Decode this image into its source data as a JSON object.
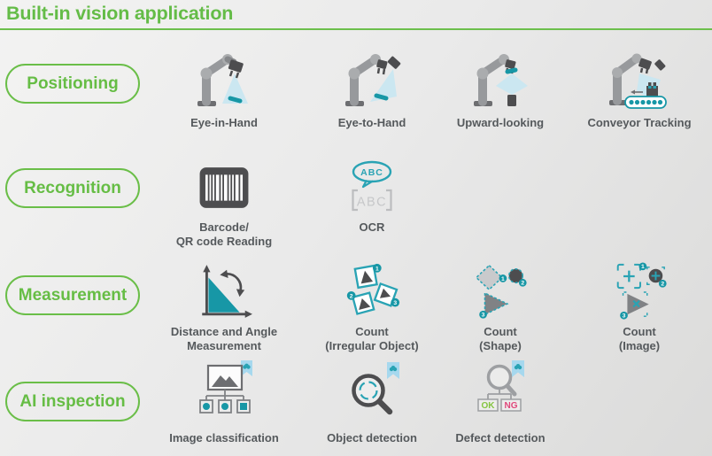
{
  "title": "Built-in vision application",
  "colors": {
    "accent_green": "#66bd45",
    "teal": "#1797a6",
    "icon_dark_gray": "#4d4d4f",
    "label_gray": "#55595c",
    "ok_green": "#85c441",
    "ng_red": "#e0487b",
    "ribbon_blue": "#a6d8ee"
  },
  "rows": [
    {
      "category": "Positioning",
      "items": [
        {
          "icon": "eye-in-hand-icon",
          "label": "Eye-in-Hand"
        },
        {
          "icon": "eye-to-hand-icon",
          "label": "Eye-to-Hand"
        },
        {
          "icon": "upward-looking-icon",
          "label": "Upward-looking"
        },
        {
          "icon": "conveyor-tracking-icon",
          "label": "Conveyor Tracking"
        }
      ]
    },
    {
      "category": "Recognition",
      "items": [
        {
          "icon": "barcode-qr-icon",
          "label": "Barcode/\nQR code Reading"
        },
        {
          "icon": "ocr-icon",
          "label": "OCR"
        }
      ]
    },
    {
      "category": "Measurement",
      "items": [
        {
          "icon": "distance-angle-icon",
          "label": "Distance and Angle\nMeasurement"
        },
        {
          "icon": "count-irregular-object-icon",
          "label": "Count\n(Irregular Object)"
        },
        {
          "icon": "count-shape-icon",
          "label": "Count\n(Shape)"
        },
        {
          "icon": "count-image-icon",
          "label": "Count\n(Image)"
        }
      ]
    },
    {
      "category": "AI inspection",
      "items": [
        {
          "icon": "image-classification-icon",
          "label": "Image classification"
        },
        {
          "icon": "object-detection-icon",
          "label": "Object detection"
        },
        {
          "icon": "defect-detection-icon",
          "label": "Defect detection"
        }
      ]
    }
  ],
  "icon_text": {
    "ocr_bubble": "ABC",
    "ocr_frame": "ABC",
    "ok": "OK",
    "ng": "NG",
    "badge_1": "1",
    "badge_2": "2",
    "badge_3": "3"
  }
}
